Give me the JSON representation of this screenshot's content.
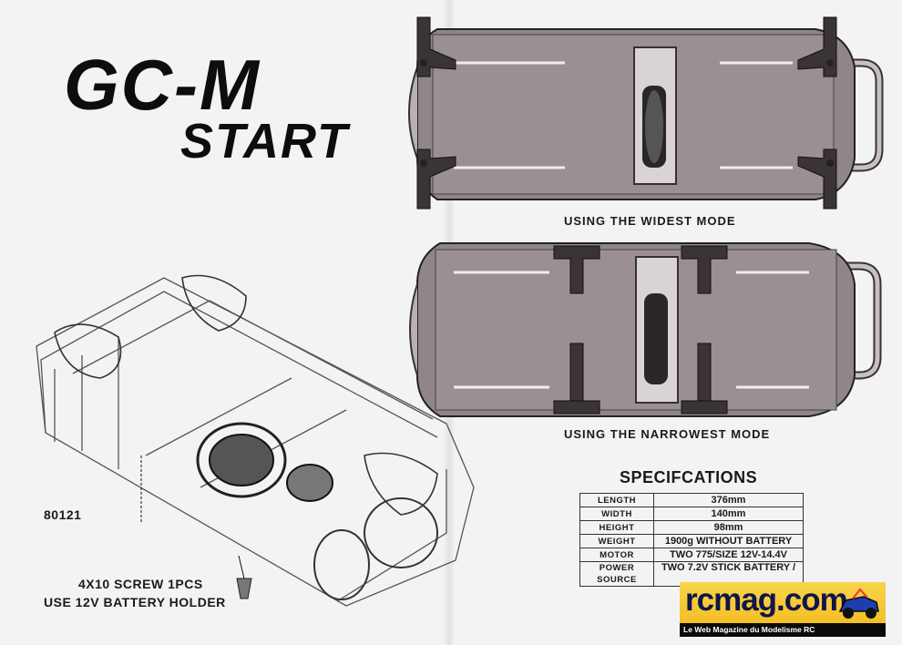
{
  "title": "GC-M",
  "subtitle": "START",
  "captions": {
    "widest": "USING  THE WIDEST MODE",
    "narrowest": "USING  THE NARROWEST MODE"
  },
  "labels": {
    "part_number": "80121",
    "screw_line1": "4X10 SCREW 1PCS",
    "screw_line2": "USE 12V BATTERY HOLDER"
  },
  "specifications": {
    "heading": "SPECIFCATIONS",
    "rows": [
      {
        "label": "LENGTH",
        "value": "376mm"
      },
      {
        "label": "WIDTH",
        "value": "140mm"
      },
      {
        "label": "HEIGHT",
        "value": "98mm"
      },
      {
        "label": "WEIGHT",
        "value": "1900g WITHOUT BATTERY"
      },
      {
        "label": "MOTOR",
        "value": "TWO 775/SIZE 12V-14.4V"
      },
      {
        "label": "POWER SOURCE",
        "value": "TWO 7.2V STICK BATTERY /"
      }
    ]
  },
  "watermark": {
    "name": "rcmag.com",
    "tagline": "Le Web Magazine du Modelisme RC",
    "colors": {
      "background": "#f3c42a",
      "text": "#10154a"
    }
  }
}
